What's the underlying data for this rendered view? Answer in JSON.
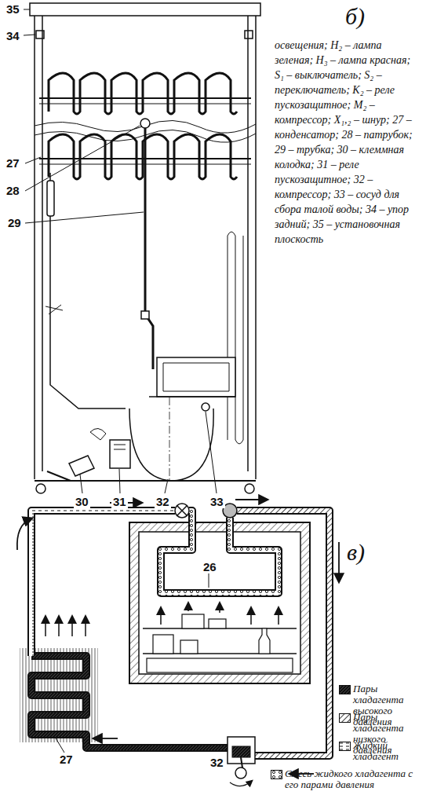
{
  "diagram": {
    "labels": [
      "б)",
      "35",
      "34",
      "27",
      "28",
      "29",
      "30",
      "31",
      "32",
      "33",
      "освещения; H₂ – лампа зеленая; H₃ – лампа красная; S₁ – выключатель; S₂ – переключатель; K₂ – реле пускозащитное; M₂ – компрессор; X₁,₂ – шнур; 27 – конденсатор; 28 – патрубок; 29 – трубка; 30 – клеммная колодка; 31 – реле пускозащитное; 32 – компрессор; 33 – сосуд для сбора талой воды; 34 – упор задний; 35 – установочная плоскость",
      "в)",
      "26",
      "27",
      "32"
    ],
    "legend": [
      {
        "text": "Пары хладагента высокого давления"
      },
      {
        "text": "Пары хладагента низкого давления"
      },
      {
        "text": "Жидкий хладагент"
      },
      {
        "text": "Смесь жидкого хладагента с его парами давления"
      }
    ]
  }
}
